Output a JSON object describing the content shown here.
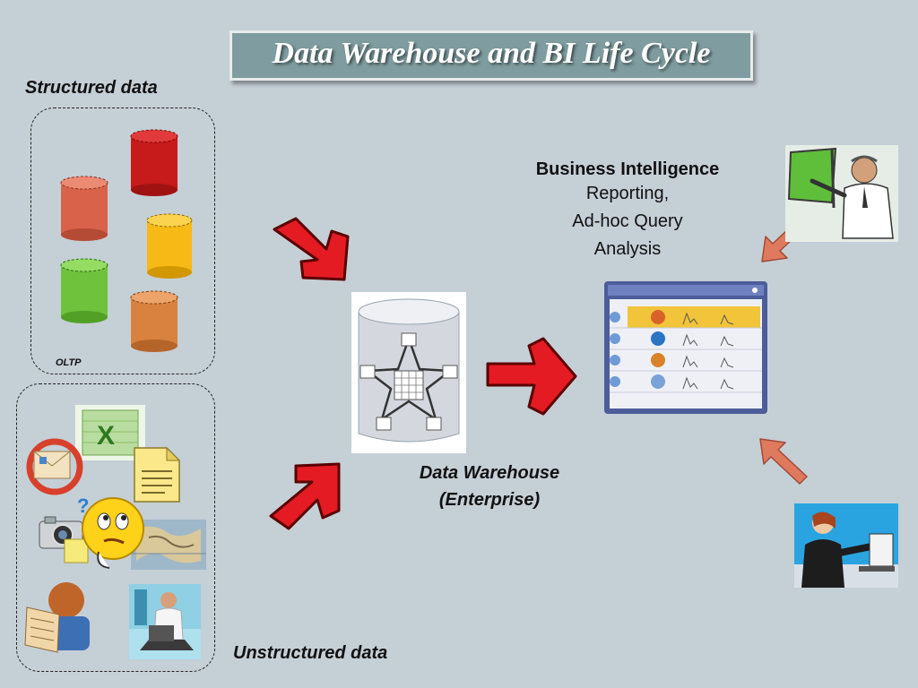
{
  "title": "Data Warehouse and BI Life Cycle",
  "structured": {
    "label": "Structured data",
    "oltp_label": "OLTP"
  },
  "unstructured": {
    "label": "Unstructured data"
  },
  "warehouse": {
    "line1": "Data Warehouse",
    "line2": "(Enterprise)"
  },
  "bi": {
    "heading": "Business Intelligence",
    "lines": [
      "Reporting,",
      "Ad-hoc Query",
      "Analysis"
    ]
  },
  "colors": {
    "background": "#c5cfd6",
    "title_box": "#7f9da0",
    "arrow_red": "#e41b23",
    "arrow_salmon": "#e07a5f",
    "db_red": "#c71a1a",
    "db_salmon": "#d9634a",
    "db_yellow": "#f6b915",
    "db_green": "#6ec23c",
    "db_orange": "#d9823f"
  },
  "icons": {
    "spreadsheet": "excel-icon",
    "document": "document-icon",
    "email": "email-icon",
    "camera": "camera-icon",
    "thinking": "thinking-face-icon",
    "map": "map-icon",
    "reader": "newspaper-reader-icon",
    "laptop_user": "laptop-user-icon",
    "presenter": "presenter-icon",
    "computer_user": "computer-user-icon",
    "dashboard": "dashboard-icon",
    "warehouse_db": "star-schema-database-icon"
  }
}
